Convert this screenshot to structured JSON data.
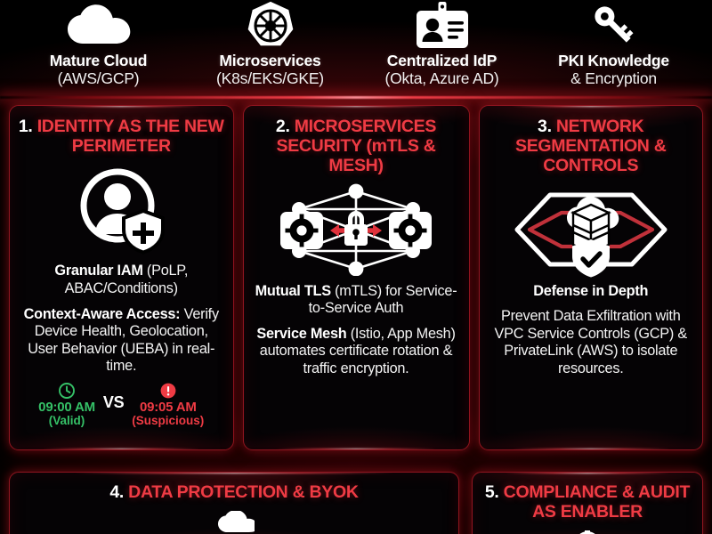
{
  "prerequisites": [
    {
      "icon": "cloud-icon",
      "label": "Mature Cloud",
      "sub": "(AWS/GCP)"
    },
    {
      "icon": "kubernetes-icon",
      "label": "Microservices",
      "sub": "(K8s/EKS/GKE)"
    },
    {
      "icon": "id-badge-icon",
      "label": "Centralized IdP",
      "sub": "(Okta, Azure AD)"
    },
    {
      "icon": "key-icon",
      "label": "PKI Knowledge",
      "sub": "& Encryption"
    }
  ],
  "cards": [
    {
      "number": "1.",
      "title": "IDENTITY AS THE NEW PERIMETER",
      "icon": "user-shield-icon",
      "lead_bold": "Granular IAM",
      "lead_rest": " (PoLP, ABAC/Conditions)",
      "body_bold": "Context-Aware Access:",
      "body_rest": " Verify Device Health, Geolocation, User Behavior (UEBA) in real-time.",
      "comparison": {
        "valid": {
          "icon": "clock-icon",
          "time": "09:00 AM",
          "state": "(Valid)",
          "color": "#35c167"
        },
        "vs": "VS",
        "suspicious": {
          "icon": "alert-icon",
          "time": "09:05 AM",
          "state": "(Suspicious)",
          "color": "#ef3b44"
        }
      }
    },
    {
      "number": "2.",
      "title": "MICROSERVICES SECURITY (mTLS & MESH)",
      "icon": "service-mesh-lock-icon",
      "lead_bold": "Mutual TLS",
      "lead_rest": " (mTLS) for Service-to-Service Auth",
      "body_bold": "Service Mesh",
      "body_rest": " (Istio, App Mesh) automates certificate rotation & traffic encryption."
    },
    {
      "number": "3.",
      "title": "NETWORK SEGMENTATION & CONTROLS",
      "icon": "cloud-hexagon-shield-icon",
      "lead_bold": "Defense in Depth",
      "lead_rest": "",
      "body_bold": "",
      "body_rest": "Prevent Data Exfiltration with VPC Service Controls (GCP) & PrivateLink (AWS) to isolate resources."
    }
  ],
  "cards_bottom": [
    {
      "number": "4.",
      "title": "DATA PROTECTION & BYOK",
      "icon": "lock-cloud-icon"
    },
    {
      "number": "5.",
      "title": "COMPLIANCE & AUDIT AS ENABLER",
      "icon": "gear-badge-icon"
    }
  ],
  "theme": {
    "background": "#000000",
    "accent_red": "#ef3b44",
    "border_red": "#8f1520",
    "text_white": "#ffffff",
    "valid_green": "#35c167",
    "alert_red": "#ef3b44"
  }
}
